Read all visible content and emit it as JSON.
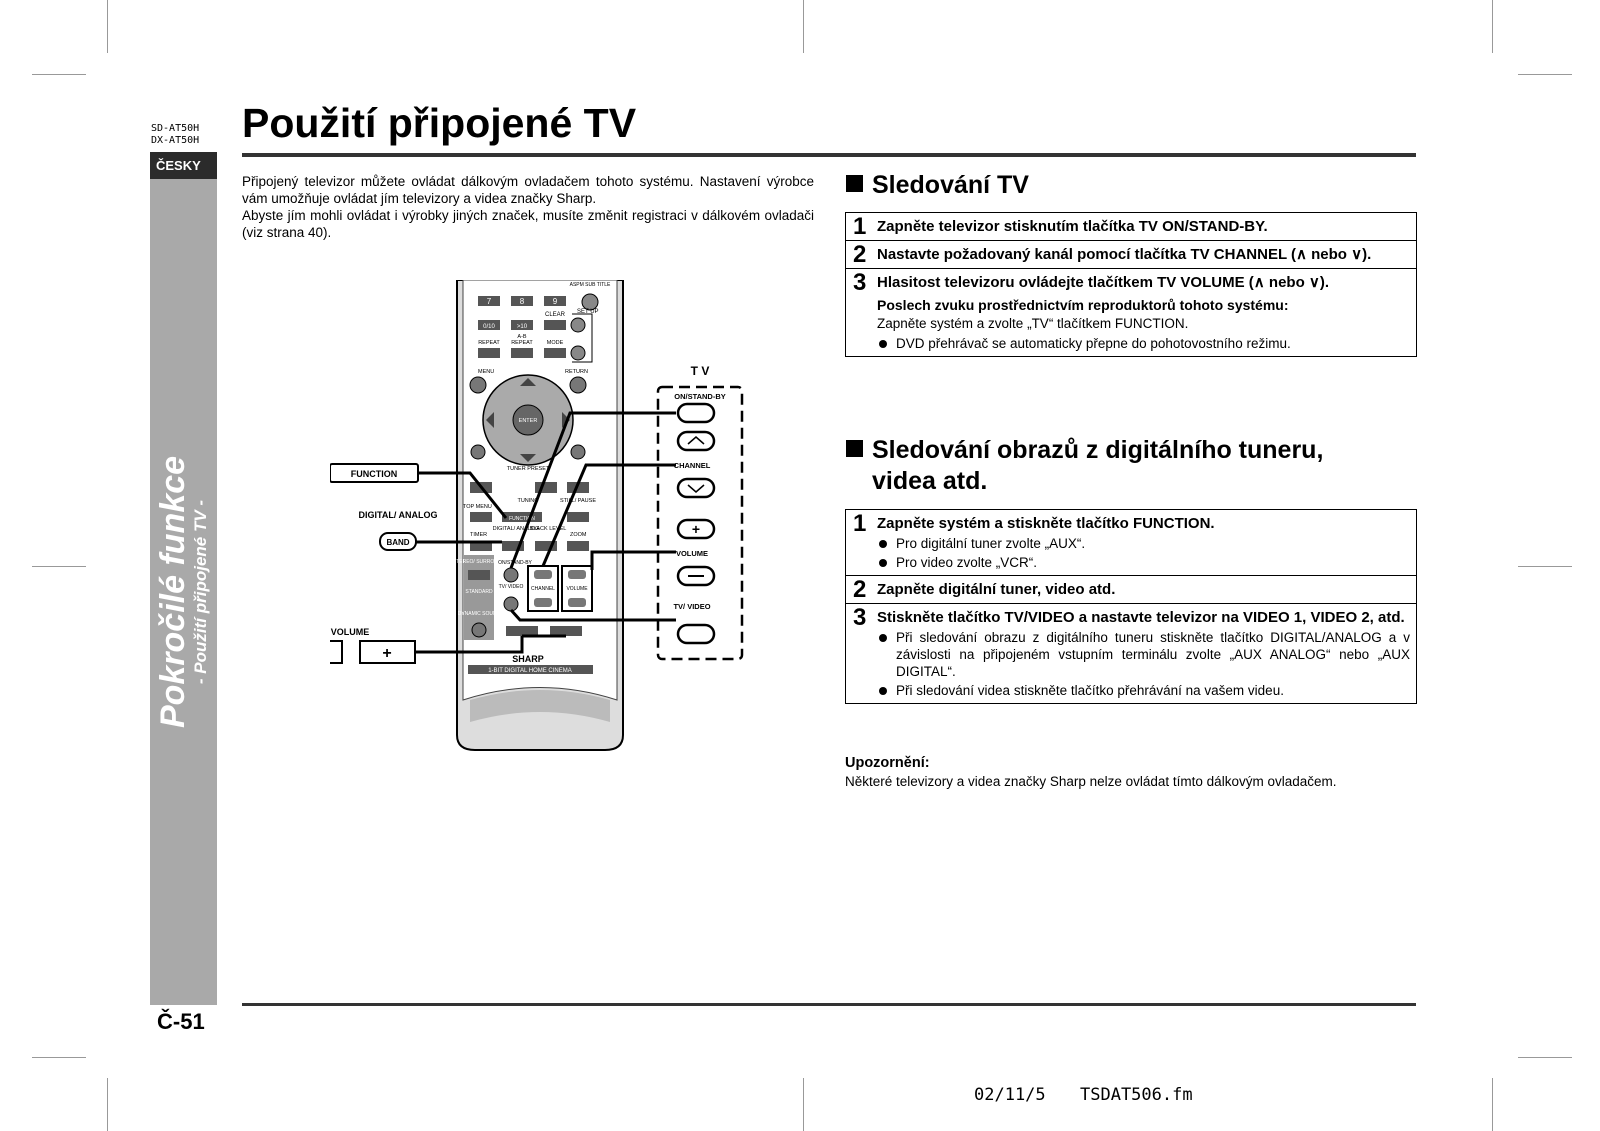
{
  "header": {
    "models": [
      "SD-AT50H",
      "DX-AT50H"
    ],
    "language": "ČESKY",
    "title": "Použití připojené TV"
  },
  "sidebar": {
    "main": "Pokročilé funkce",
    "sub": "- Použití připojené TV -"
  },
  "intro": {
    "p1": "Připojený televizor můžete ovládat dálkovým ovladačem tohoto systému. Nastavení výrobce vám umožňuje ovládat jím televizory a videa značky Sharp.",
    "p2": "Abyste jím mohli ovládat i výrobky jiných značek, musíte změnit registraci v dálkovém ovladači (viz strana 40)."
  },
  "remote": {
    "callouts": {
      "function": "FUNCTION",
      "digital_analog": "DIGITAL/ ANALOG",
      "band": "BAND",
      "volume": "VOLUME",
      "minus": "–",
      "plus": "+"
    },
    "tv_panel": {
      "title": "T V",
      "on_standby": "ON/STAND-BY",
      "channel": "CHANNEL",
      "volume": "VOLUME",
      "tv_video": "TV/ VIDEO"
    },
    "keys": {
      "k7": "7",
      "k8": "8",
      "k9": "9",
      "k0": "0/10",
      "k10": ">10",
      "clear": "CLEAR",
      "setup": "SET UP",
      "ab": "A-B",
      "repeat": "REPEAT",
      "ab_repeat": "REPEAT",
      "mode": "MODE",
      "menu": "MENU",
      "return": "RETURN",
      "enter": "ENTER",
      "tuner_preset": "TUNER PRESET",
      "top_menu": "TOP MENU",
      "tuning": "TUNING",
      "still_pause": "STILL/ PAUSE",
      "function": "FUNCTION",
      "digital_analog": "DIGITAL/ ANALOG",
      "black_level": "BLACK LEVEL",
      "timer": "TIMER",
      "zoom": "ZOOM",
      "stereo_surround": "STEREO/ SURROUND",
      "on_standby": "ON/STAND-BY",
      "standard": "STANDARD",
      "tv_video": "TV/ VIDEO",
      "channel": "CHANNEL",
      "volume": "VOLUME",
      "dynamic_sound": "DYNAMIC SOUND",
      "brand": "SHARP",
      "tagline": "1-BIT DIGITAL HOME CINEMA",
      "aspm": "ASPM SUB TITLE"
    }
  },
  "section1": {
    "heading": "Sledování TV",
    "steps": [
      {
        "num": "1",
        "text": "Zapněte televizor stisknutím tlačítka TV ON/STAND-BY."
      },
      {
        "num": "2",
        "text": "Nastavte požadovaný kanál pomocí tlačítka TV CHANNEL (∧ nebo ∨)."
      },
      {
        "num": "3",
        "text": "Hlasitost televizoru ovládejte tlačítkem TV VOLUME (∧ nebo ∨).",
        "sub": "Poslech zvuku prostřednictvím reproduktorů tohoto systému:",
        "plain": "Zapněte systém a zvolte „TV“ tlačítkem FUNCTION.",
        "bullet": "DVD přehrávač se automaticky přepne do pohotovostního režimu."
      }
    ]
  },
  "section2": {
    "heading_line1": "Sledování obrazů z digitálního tuneru,",
    "heading_line2": "videa atd.",
    "steps": [
      {
        "num": "1",
        "text": "Zapněte systém a stiskněte tlačítko FUNCTION.",
        "bullets": [
          "Pro digitální tuner zvolte „AUX“.",
          "Pro video zvolte „VCR“."
        ]
      },
      {
        "num": "2",
        "text": "Zapněte digitální tuner, video atd."
      },
      {
        "num": "3",
        "text": "Stiskněte tlačítko TV/VIDEO a nastavte televizor na VIDEO 1, VIDEO 2, atd.",
        "bullets": [
          "Při sledování obrazu z digitálního tuneru stiskněte tlačítko DIGITAL/ANALOG a v závislosti na připojeném vstupním terminálu zvolte „AUX ANALOG“ nebo „AUX DIGITAL“.",
          "Při sledování videa stiskněte tlačítko přehrávání na vašem videu."
        ]
      }
    ]
  },
  "note": {
    "heading": "Upozornění:",
    "text": "Některé televizory a videa značky Sharp nelze ovládat tímto dálkovým ovladačem."
  },
  "page_number": "Č-51",
  "footer": {
    "date": "02/11/5",
    "file": "TSDAT506.fm"
  }
}
